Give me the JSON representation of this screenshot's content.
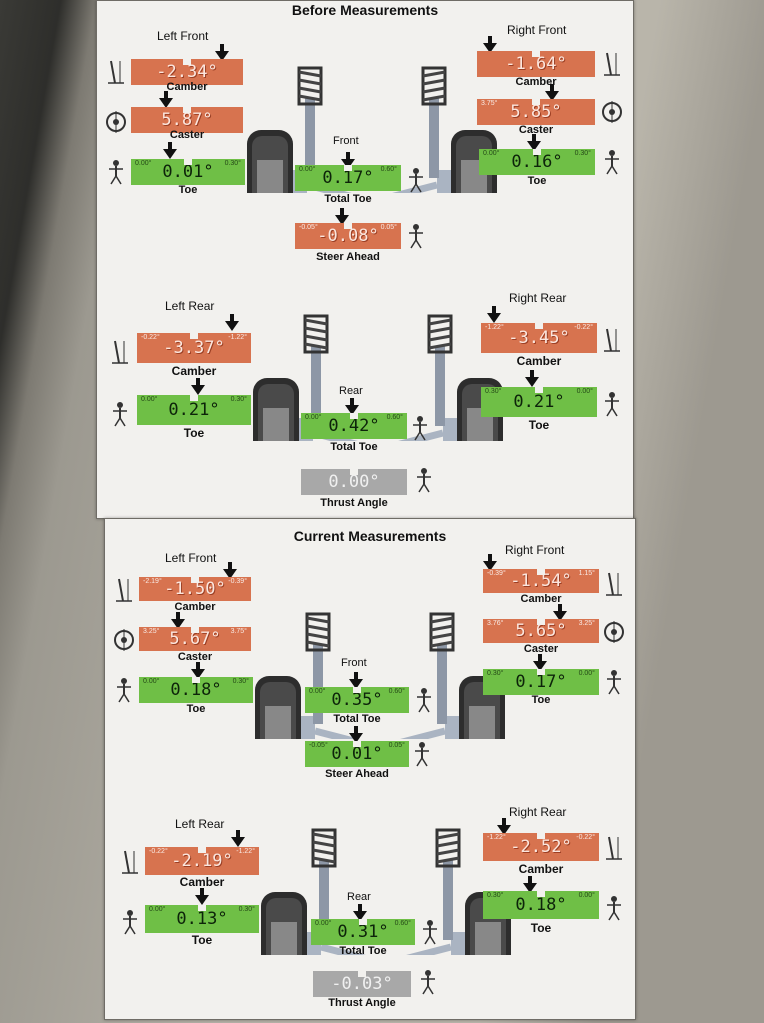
{
  "before": {
    "title": "Before Measurements",
    "front": {
      "left_front": {
        "name": "Left Front",
        "camber": {
          "label": "Camber",
          "value": "-2.34°"
        },
        "caster": {
          "label": "Caster",
          "value": "5.87°"
        },
        "toe": {
          "label": "Toe",
          "value": "0.01°",
          "min": "0.00°",
          "max": "0.30°"
        }
      },
      "right_front": {
        "name": "Right Front",
        "camber": {
          "label": "Camber",
          "value": "-1.64°"
        },
        "caster": {
          "label": "Caster",
          "value": "5.85°",
          "min": "3.75°"
        },
        "toe": {
          "label": "Toe",
          "value": "0.16°",
          "min": "0.00°",
          "max": "0.30°"
        }
      },
      "axle_label": "Front",
      "total_toe": {
        "label": "Total Toe",
        "value": "0.17°",
        "min": "0.00°",
        "max": "0.60°"
      },
      "steer_ahead": {
        "label": "Steer Ahead",
        "value": "-0.08°",
        "min": "-0.05°",
        "max": "0.05°"
      }
    },
    "rear": {
      "left_rear": {
        "name": "Left Rear",
        "camber": {
          "label": "Camber",
          "value": "-3.37°",
          "min": "-0.22°",
          "max": "-1.22°"
        },
        "toe": {
          "label": "Toe",
          "value": "0.21°",
          "min": "0.00°",
          "max": "0.30°"
        }
      },
      "right_rear": {
        "name": "Right Rear",
        "camber": {
          "label": "Camber",
          "value": "-3.45°",
          "min": "-1.22°",
          "max": "-0.22°"
        },
        "toe": {
          "label": "Toe",
          "value": "0.21°",
          "min": "0.30°",
          "max": "0.00°"
        }
      },
      "axle_label": "Rear",
      "total_toe": {
        "label": "Total Toe",
        "value": "0.42°",
        "min": "0.00°",
        "max": "0.60°"
      },
      "thrust_angle": {
        "label": "Thrust Angle",
        "value": "0.00°"
      }
    }
  },
  "current": {
    "title": "Current Measurements",
    "front": {
      "left_front": {
        "name": "Left Front",
        "camber": {
          "label": "Camber",
          "value": "-1.50°",
          "min": "-2.19°",
          "max": "-0.39°"
        },
        "caster": {
          "label": "Caster",
          "value": "5.67°",
          "min": "3.25°",
          "max": "3.75°"
        },
        "toe": {
          "label": "Toe",
          "value": "0.18°",
          "min": "0.00°",
          "max": "0.30°"
        }
      },
      "right_front": {
        "name": "Right Front",
        "camber": {
          "label": "Camber",
          "value": "-1.54°",
          "min": "-0.39°",
          "max": "1.15°"
        },
        "caster": {
          "label": "Caster",
          "value": "5.65°",
          "min": "3.76°",
          "max": "3.25°"
        },
        "toe": {
          "label": "Toe",
          "value": "0.17°",
          "min": "0.30°",
          "max": "0.00°"
        }
      },
      "axle_label": "Front",
      "total_toe": {
        "label": "Total Toe",
        "value": "0.35°",
        "min": "0.00°",
        "max": "0.60°"
      },
      "steer_ahead": {
        "label": "Steer Ahead",
        "value": "0.01°",
        "min": "-0.05°",
        "max": "0.05°"
      }
    },
    "rear": {
      "left_rear": {
        "name": "Left Rear",
        "camber": {
          "label": "Camber",
          "value": "-2.19°",
          "min": "-0.22°",
          "max": "-1.22°"
        },
        "toe": {
          "label": "Toe",
          "value": "0.13°",
          "min": "0.00°",
          "max": "0.30°"
        }
      },
      "right_rear": {
        "name": "Right Rear",
        "camber": {
          "label": "Camber",
          "value": "-2.52°",
          "min": "-1.22°",
          "max": "-0.22°"
        },
        "toe": {
          "label": "Toe",
          "value": "0.18°",
          "min": "0.30°",
          "max": "0.00°"
        }
      },
      "axle_label": "Rear",
      "total_toe": {
        "label": "Total Toe",
        "value": "0.31°",
        "min": "0.00°",
        "max": "0.60°"
      },
      "thrust_angle": {
        "label": "Thrust Angle",
        "value": "-0.03°"
      }
    }
  },
  "colors": {
    "out_of_spec": "#d7734f",
    "in_spec": "#6fbf46",
    "neutral": "#a8a8a8"
  }
}
